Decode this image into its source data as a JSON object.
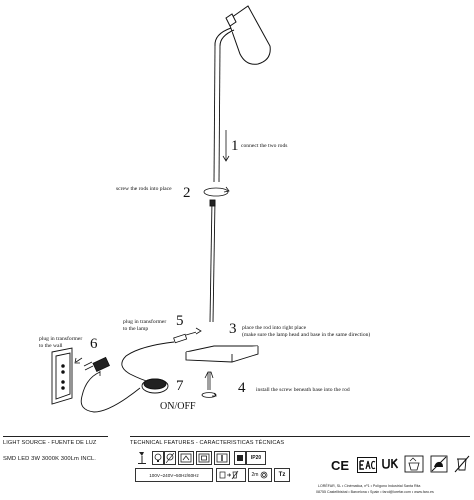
{
  "steps": [
    {
      "number": "1",
      "text": "connect the two rods"
    },
    {
      "number": "2",
      "text": "screw the rods into place"
    },
    {
      "number": "3",
      "text": "place the rod into right place",
      "text2": "(make sure the lamp head and base in the same direction)"
    },
    {
      "number": "4",
      "text": "install the screw beneath base into the rod"
    },
    {
      "number": "5",
      "text": "plug in transformer",
      "text2": "to the lamp"
    },
    {
      "number": "6",
      "text": "plug in transformer",
      "text2": "to the wall"
    },
    {
      "number": "7",
      "text": "ON/OFF"
    }
  ],
  "footer": {
    "light_source_header": "LIGHT SOURCE - FUENTE DE LUZ",
    "light_source_value": "SMD LED 3W 3000K 300Lm INCL.",
    "tech_header": "TECHNICAL FEATURES - CARACTERISTICAS TÉCNICAS",
    "ip_rating": "IP20",
    "voltage": "100V~240V~50Hz/60Hz",
    "cable_length": "2m",
    "tz_label": "Tz",
    "ce_mark": "CE",
    "company_line1": "LORÉFAR, SL • Cinématica, nº1 • Polígono Industrial Santa Rita",
    "company_line2": "08755 Castellbisbal • Barcelona • Spain • farol@lorefar.com • www.faro.es"
  },
  "icon_names": [
    "lamp-icon",
    "bulb-icon",
    "bulb-off-icon",
    "class-two-icon",
    "class-three-icon",
    "class-one-icon",
    "transformer-icon",
    "weee-bin-icon",
    "cable-icon",
    "spiral-icon",
    "ce-mark-icon",
    "eac-icon",
    "ukca-icon",
    "recycle-box-icon",
    "no-pet-icon",
    "no-bin-icon"
  ],
  "colors": {
    "ink": "#111111",
    "line": "#222222"
  }
}
